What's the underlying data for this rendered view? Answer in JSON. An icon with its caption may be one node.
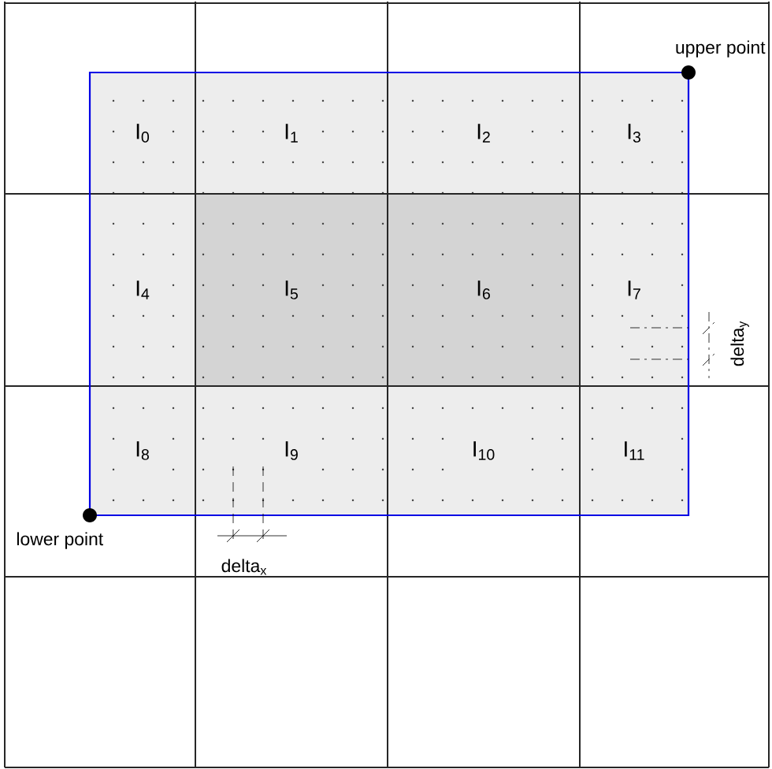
{
  "diagram": {
    "nodes": [
      {
        "text": [
          "I$_{0}$"
        ]
      },
      {
        "text": [
          "I$_{1}$"
        ]
      },
      {
        "text": [
          "I$_{2}$"
        ]
      },
      {
        "text": [
          "I$_{3}$"
        ]
      },
      {
        "text": [
          "I$_{4}$"
        ]
      },
      {
        "text": [
          "I$_{5}$"
        ]
      },
      {
        "text": [
          "I$_{6}$"
        ]
      },
      {
        "text": [
          "I$_{7}$"
        ]
      },
      {
        "text": [
          "I$_{8}$"
        ]
      },
      {
        "text": [
          "I$_{9}$"
        ]
      },
      {
        "text": [
          "I$_{10}$"
        ]
      },
      {
        "text": [
          "I$_{11}$"
        ]
      }
    ],
    "labels": [
      "upper point",
      "delta$_{y}$",
      "lower point",
      "delta$_{x}$"
    ]
  }
}
